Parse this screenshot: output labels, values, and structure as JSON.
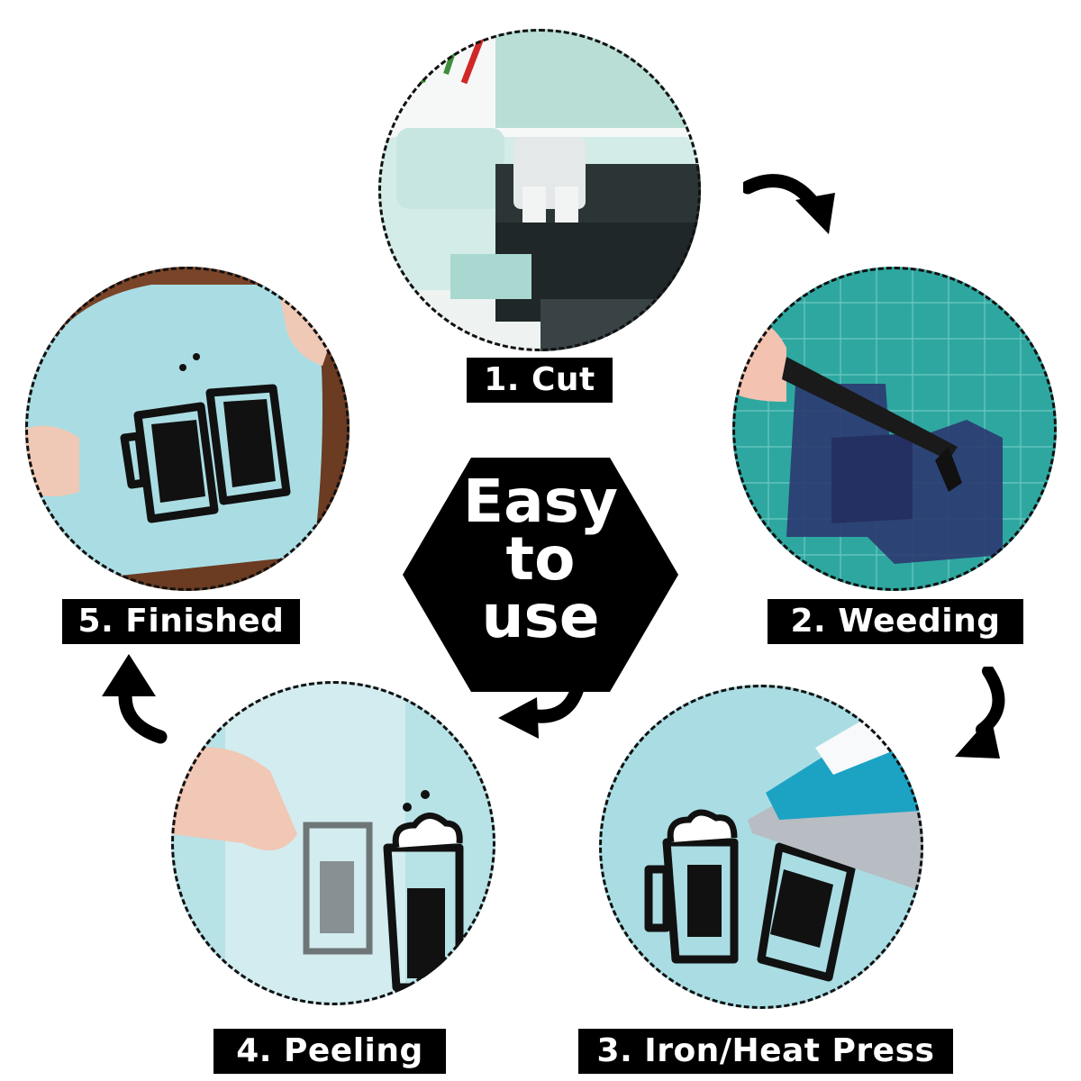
{
  "center": {
    "lines": [
      "Easy",
      "to",
      "use"
    ]
  },
  "steps": [
    {
      "label": "1. Cut",
      "scene": "cutting-machine"
    },
    {
      "label": "2. Weeding",
      "scene": "weeding-on-mat"
    },
    {
      "label": "3. Iron/Heat Press",
      "scene": "ironing-shirt"
    },
    {
      "label": "4. Peeling",
      "scene": "peeling-film"
    },
    {
      "label": "5. Finished",
      "scene": "finished-shirt"
    }
  ],
  "colors": {
    "label_bg": "#000000",
    "label_text": "#ffffff",
    "hexagon": "#000000",
    "shirt_blue": "#a9dde3",
    "mat_teal": "#2ea7a0"
  }
}
